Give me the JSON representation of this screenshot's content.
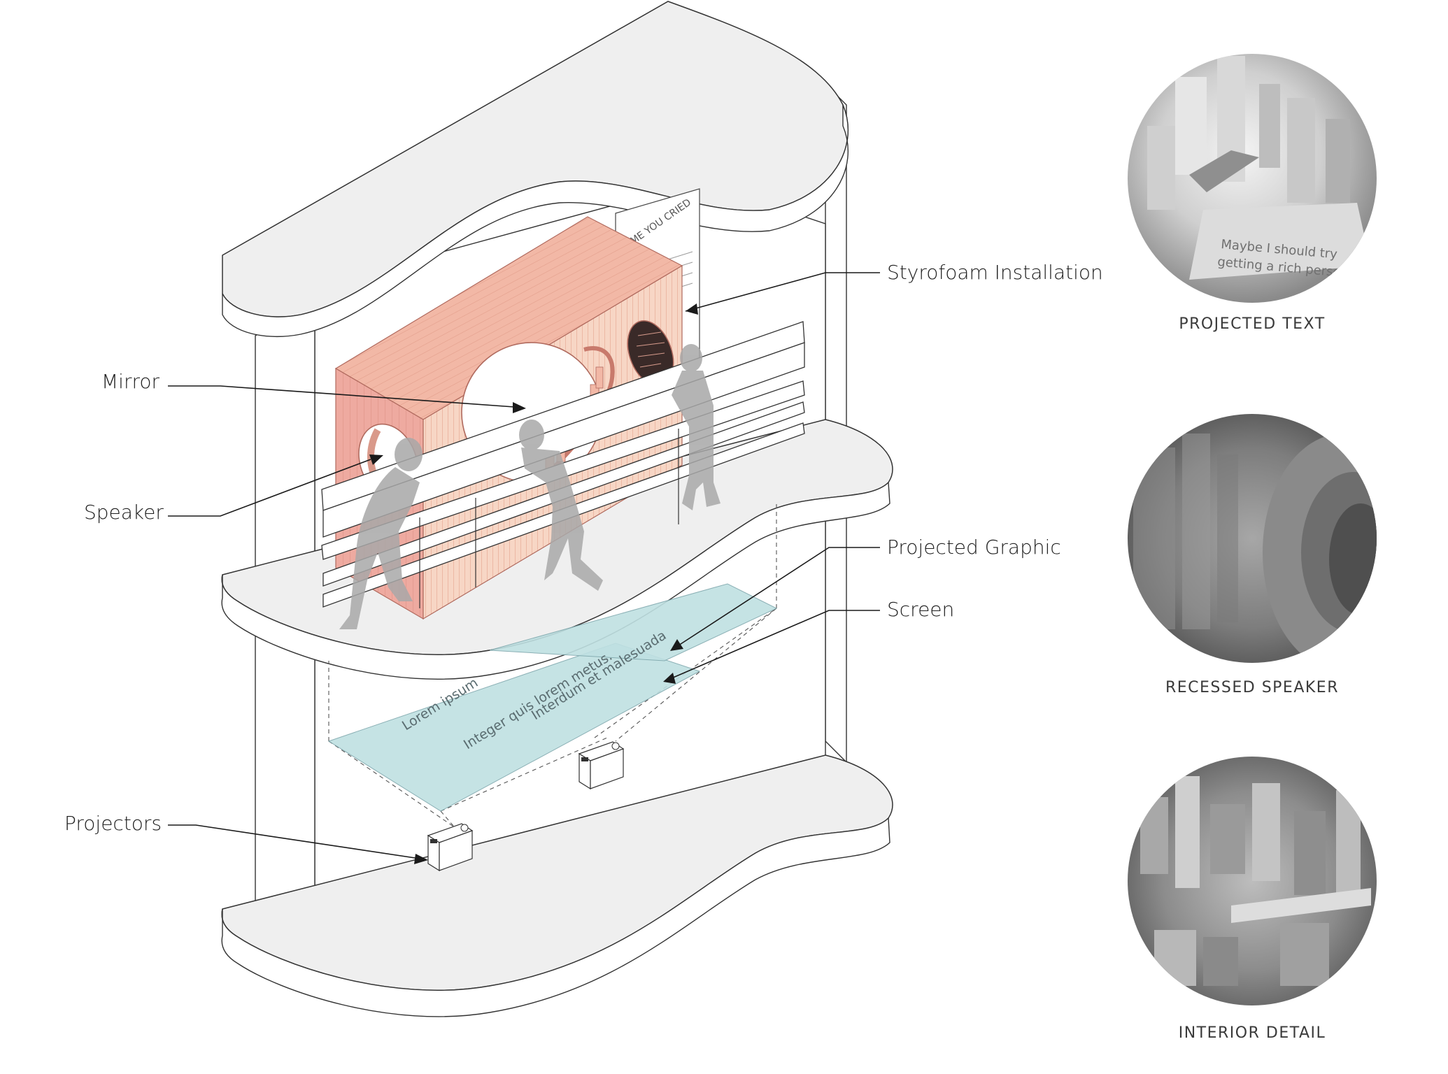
{
  "labels": {
    "styrofoam": "Styrofoam Installation",
    "mirror": "Mirror",
    "speaker": "Speaker",
    "projected_graphic": "Projected Graphic",
    "screen": "Screen",
    "projectors": "Projectors"
  },
  "details": [
    {
      "caption": "PROJECTED TEXT"
    },
    {
      "caption": "RECESSED SPEAKER"
    },
    {
      "caption": "INTERIOR DETAIL"
    }
  ],
  "installation_text": {
    "side_heading": "ME YOU CRIED",
    "closeup_text_line1": "Maybe I should try",
    "closeup_text_line2": "getting a rich person"
  },
  "screen_text": {
    "line1": "Lorem ipsum",
    "line2": "Integer quis lorem metus.",
    "line3": "Interdum et malesuada"
  },
  "colors": {
    "installation": "#f0b3a6",
    "installation_front": "#f7d5c3",
    "screen": "#bfe0e2",
    "floor": "#efefef",
    "figure": "#a8a8a8"
  }
}
